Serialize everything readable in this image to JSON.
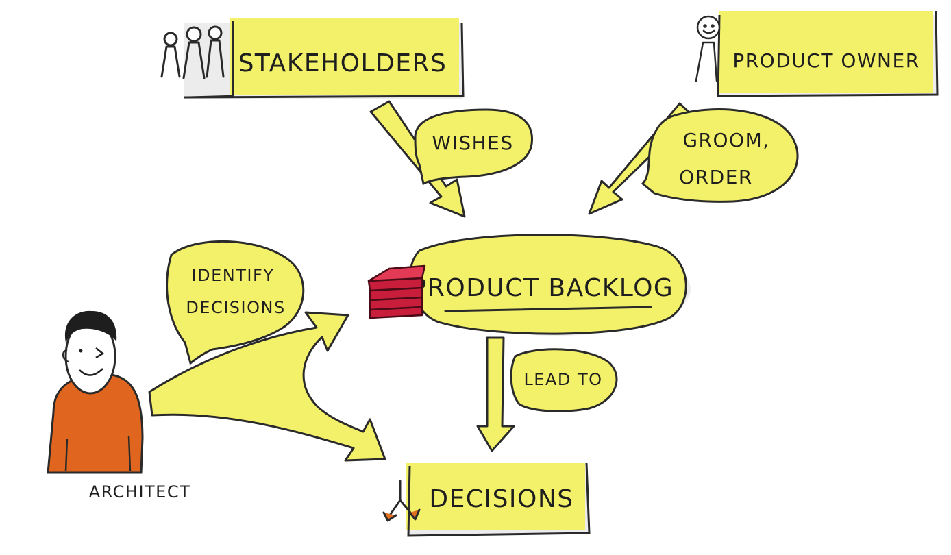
{
  "colors": {
    "highlight": "#f3f06a",
    "ink": "#1e1e1e",
    "backlog_red": "#c81e3c",
    "architect_sweater": "#e0661f"
  },
  "nodes": {
    "stakeholders": "Stakeholders",
    "product_owner": "Product Owner",
    "product_backlog": "Product Backlog",
    "decisions": "Decisions",
    "architect": "Architect"
  },
  "edges": {
    "wishes": "Wishes",
    "groom_line1": "Groom,",
    "groom_line2": "Order",
    "identify_line1": "Identify",
    "identify_line2": "Decisions",
    "lead_to": "Lead To"
  },
  "icons": {
    "stakeholders": "stakeholders-group-icon",
    "product_owner": "product-owner-person-icon",
    "backlog": "backlog-stack-icon",
    "decisions": "decision-fork-icon",
    "architect": "architect-person-icon"
  }
}
